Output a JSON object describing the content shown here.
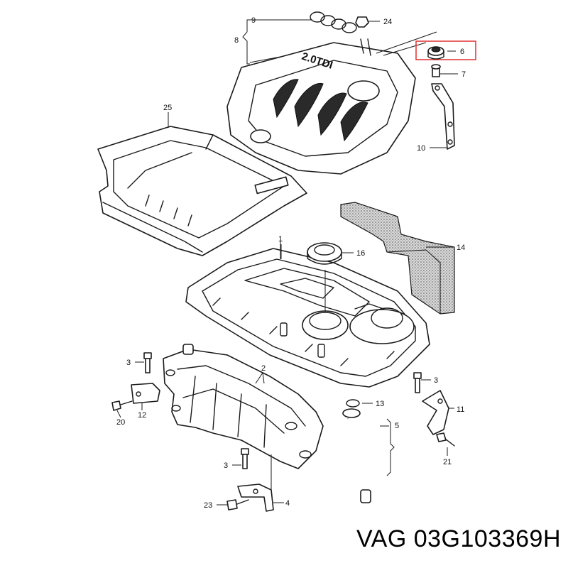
{
  "labels": {
    "l1": "1",
    "l2": "2",
    "l3a": "3",
    "l3b": "3",
    "l3c": "3",
    "l4": "4",
    "l5": "5",
    "l6": "6",
    "l7": "7",
    "l8": "8",
    "l9": "9",
    "l10": "10",
    "l11": "11",
    "l12": "12",
    "l13": "13",
    "l14": "14",
    "l16": "16",
    "l20": "20",
    "l21": "21",
    "l23": "23",
    "l24": "24",
    "l25": "25"
  },
  "engine_badge": "2.0TDI",
  "part_number": "VAG 03G103369H",
  "colors": {
    "highlight": "#e03030",
    "ink": "#1a1a1a",
    "foam": "#888888"
  }
}
